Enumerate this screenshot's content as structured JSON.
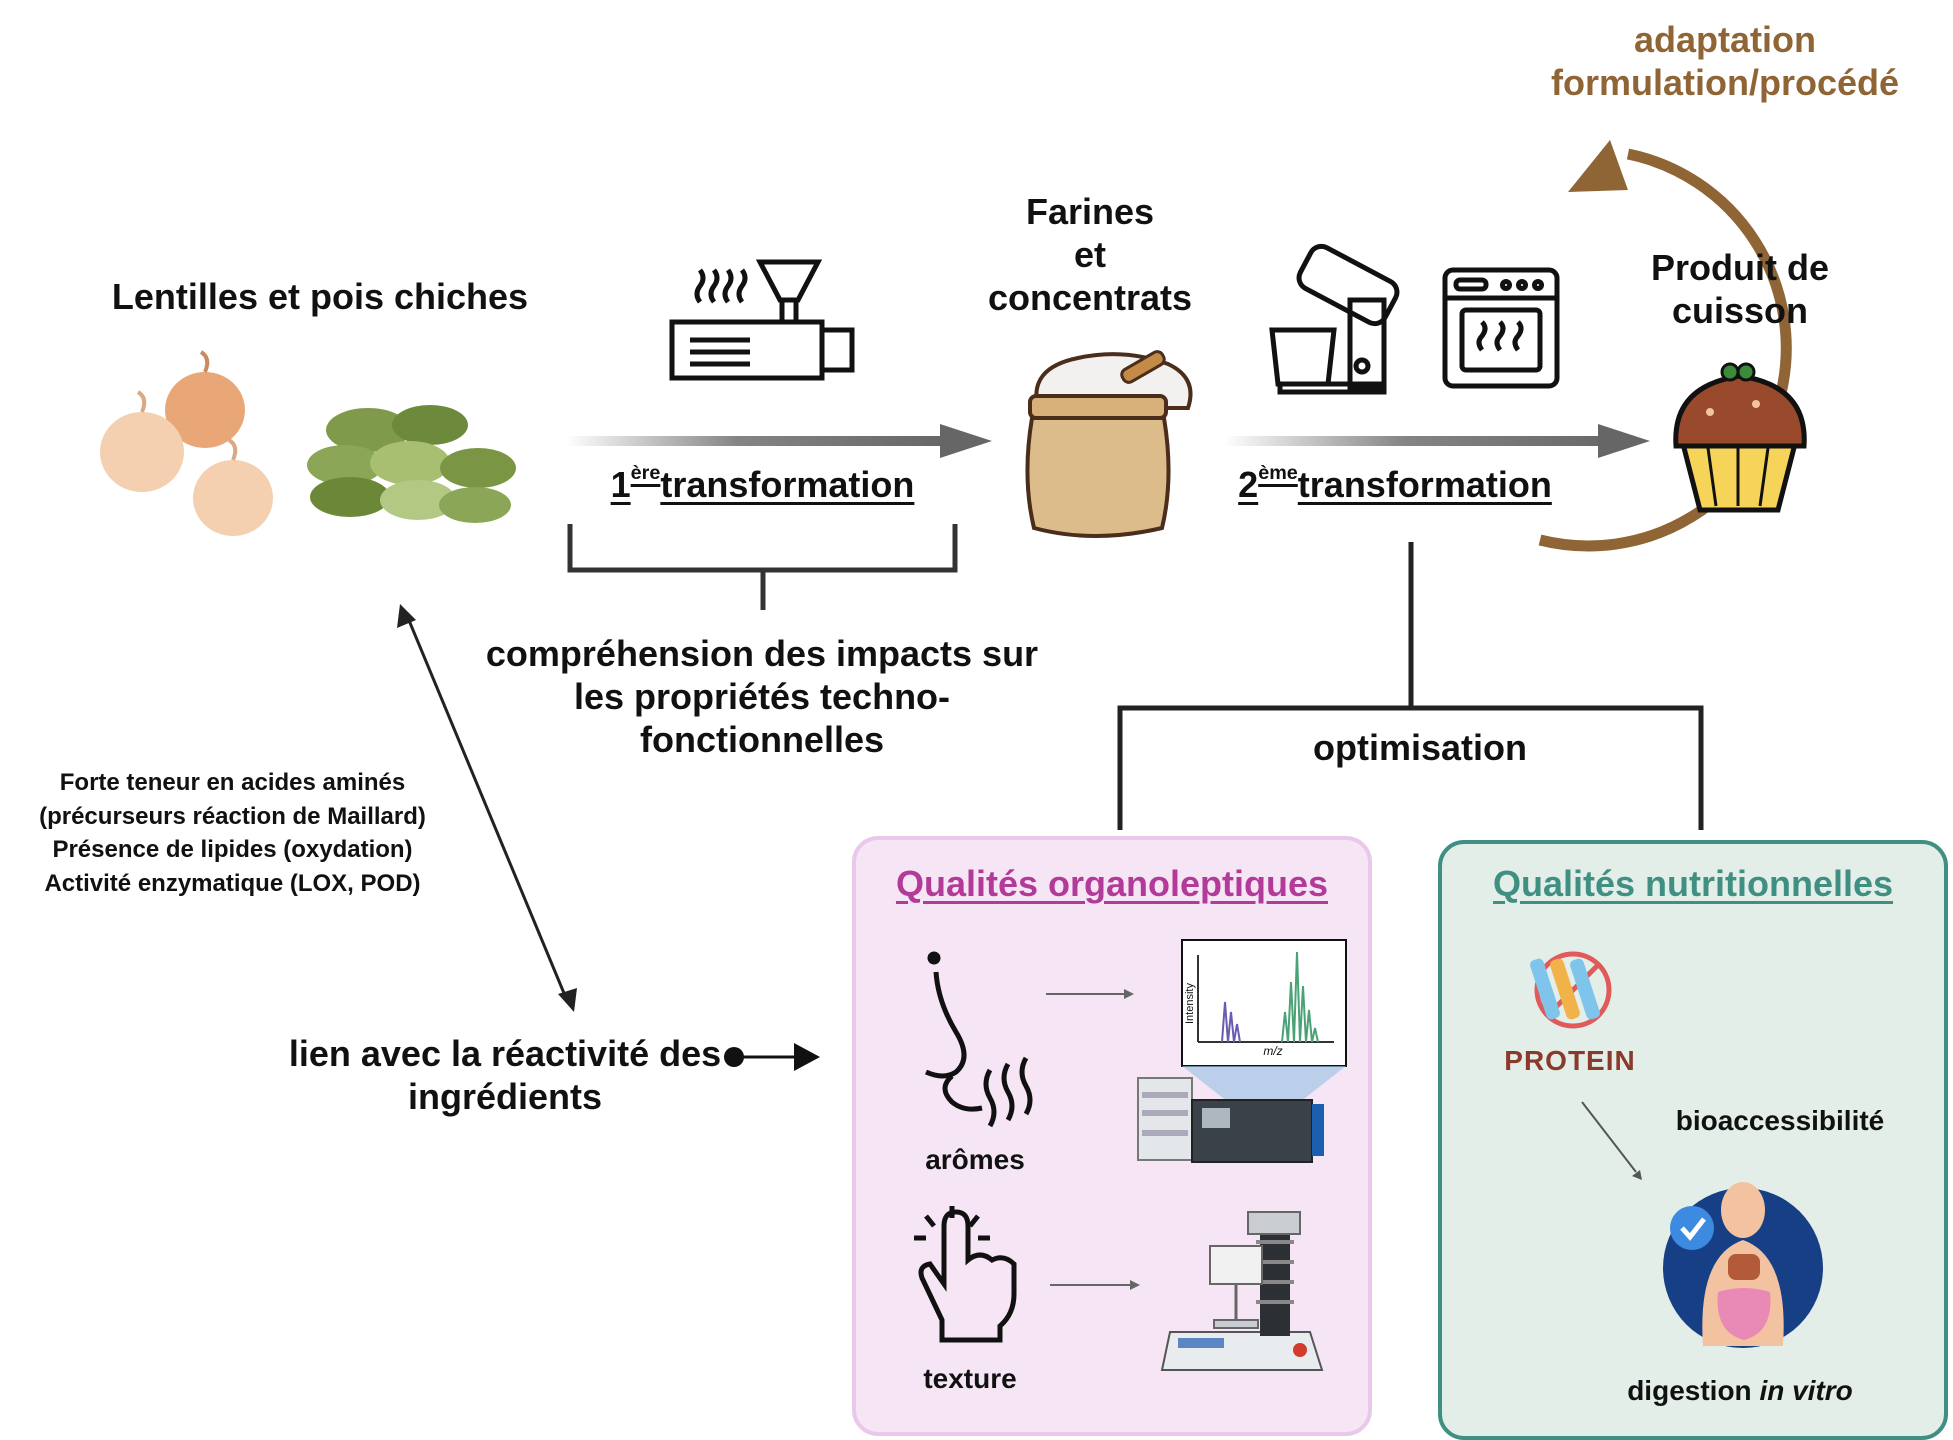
{
  "colors": {
    "loop_arrow": "#8f6535",
    "organoleptic_title": "#b23a99",
    "nutritional_title": "#3f8f82",
    "organoleptic_bg": "#f6e6f5",
    "nutritional_bg": "#e4eee9"
  },
  "loop": {
    "label_line1": "adaptation",
    "label_line2": "formulation/procédé"
  },
  "raw_materials": {
    "title": "Lentilles et pois chiches",
    "icons": [
      "chickpeas-icon",
      "lentils-icon"
    ]
  },
  "first_transformation": {
    "number": "1",
    "suffix": "ère",
    "word": "transformation",
    "icon": "extruder-icon"
  },
  "flours": {
    "line1": "Farines",
    "line2": "et",
    "line3": "concentrats",
    "icon": "flour-sack-icon"
  },
  "second_transformation": {
    "number": "2",
    "suffix": "ème",
    "word": "transformation",
    "icons": [
      "mixer-icon",
      "oven-icon"
    ]
  },
  "product": {
    "line1": "Produit de",
    "line2": "cuisson",
    "icon": "cupcake-icon"
  },
  "impacts": {
    "line1": "compréhension des impacts sur",
    "line2": "les propriétés techno-",
    "line3": "fonctionnelles"
  },
  "optimisation": {
    "label": "optimisation"
  },
  "composition": {
    "line1": "Forte teneur en acides aminés",
    "line2": "(précurseurs réaction de Maillard)",
    "line3": "Présence de lipides (oxydation)",
    "line4": "Activité enzymatique (LOX, POD)"
  },
  "reactivity": {
    "line1": "lien avec la réactivité des",
    "line2": "ingrédients"
  },
  "organoleptic": {
    "title": "Qualités organoleptiques",
    "aroma_label": "arômes",
    "texture_label": "texture",
    "spectrum_ylabel": "Intensity",
    "spectrum_xlabel": "m/z",
    "icons": [
      "nose-smell-icon",
      "mass-spectrometer-icon",
      "touch-finger-icon",
      "texture-analyzer-icon"
    ]
  },
  "nutritional": {
    "title": "Qualités nutritionnelles",
    "protein_label": "PROTEIN",
    "bioaccess_label": "bioaccessibilité",
    "digestion_prefix": "digestion ",
    "digestion_italic": "in vitro",
    "icons": [
      "protein-icon",
      "digestive-system-icon"
    ]
  }
}
